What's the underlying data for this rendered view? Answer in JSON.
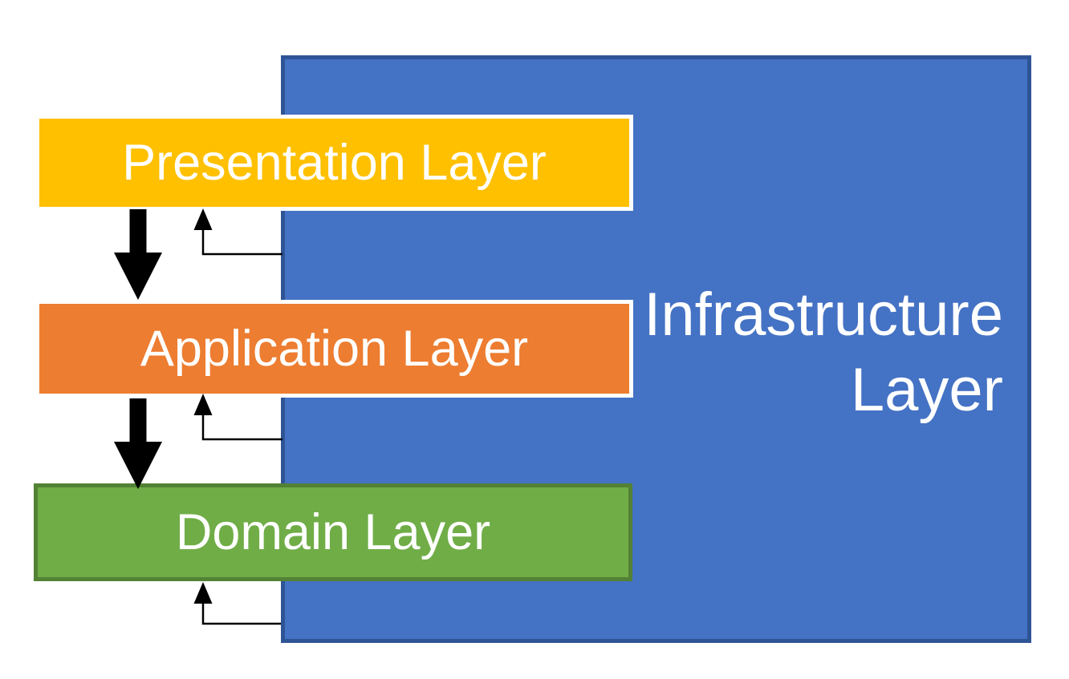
{
  "diagram": {
    "type": "layered-architecture",
    "layers": [
      {
        "id": "presentation",
        "label": "Presentation Layer",
        "fill": "#FFC000",
        "border": "#FFFFFF",
        "text_color": "#FFFFFF"
      },
      {
        "id": "application",
        "label": "Application Layer",
        "fill": "#ED7D31",
        "border": "#FFFFFF",
        "text_color": "#FFFFFF"
      },
      {
        "id": "domain",
        "label": "Domain Layer",
        "fill": "#70AD47",
        "border": "#538135",
        "text_color": "#FFFFFF"
      },
      {
        "id": "infrastructure",
        "label": "Infrastructure Layer",
        "label_lines": [
          "Infrastructure",
          "Layer"
        ],
        "fill": "#4472C4",
        "border": "#2F5496",
        "text_color": "#FFFFFF"
      }
    ],
    "arrows": [
      {
        "id": "presentation-to-application",
        "style": "thick-down",
        "color": "#000000"
      },
      {
        "id": "application-to-domain",
        "style": "thick-down",
        "color": "#000000"
      },
      {
        "id": "infrastructure-to-presentation",
        "style": "thin-elbow-up",
        "color": "#000000"
      },
      {
        "id": "infrastructure-to-application",
        "style": "thin-elbow-up",
        "color": "#000000"
      },
      {
        "id": "infrastructure-to-domain",
        "style": "thin-elbow-up",
        "color": "#000000"
      }
    ]
  }
}
